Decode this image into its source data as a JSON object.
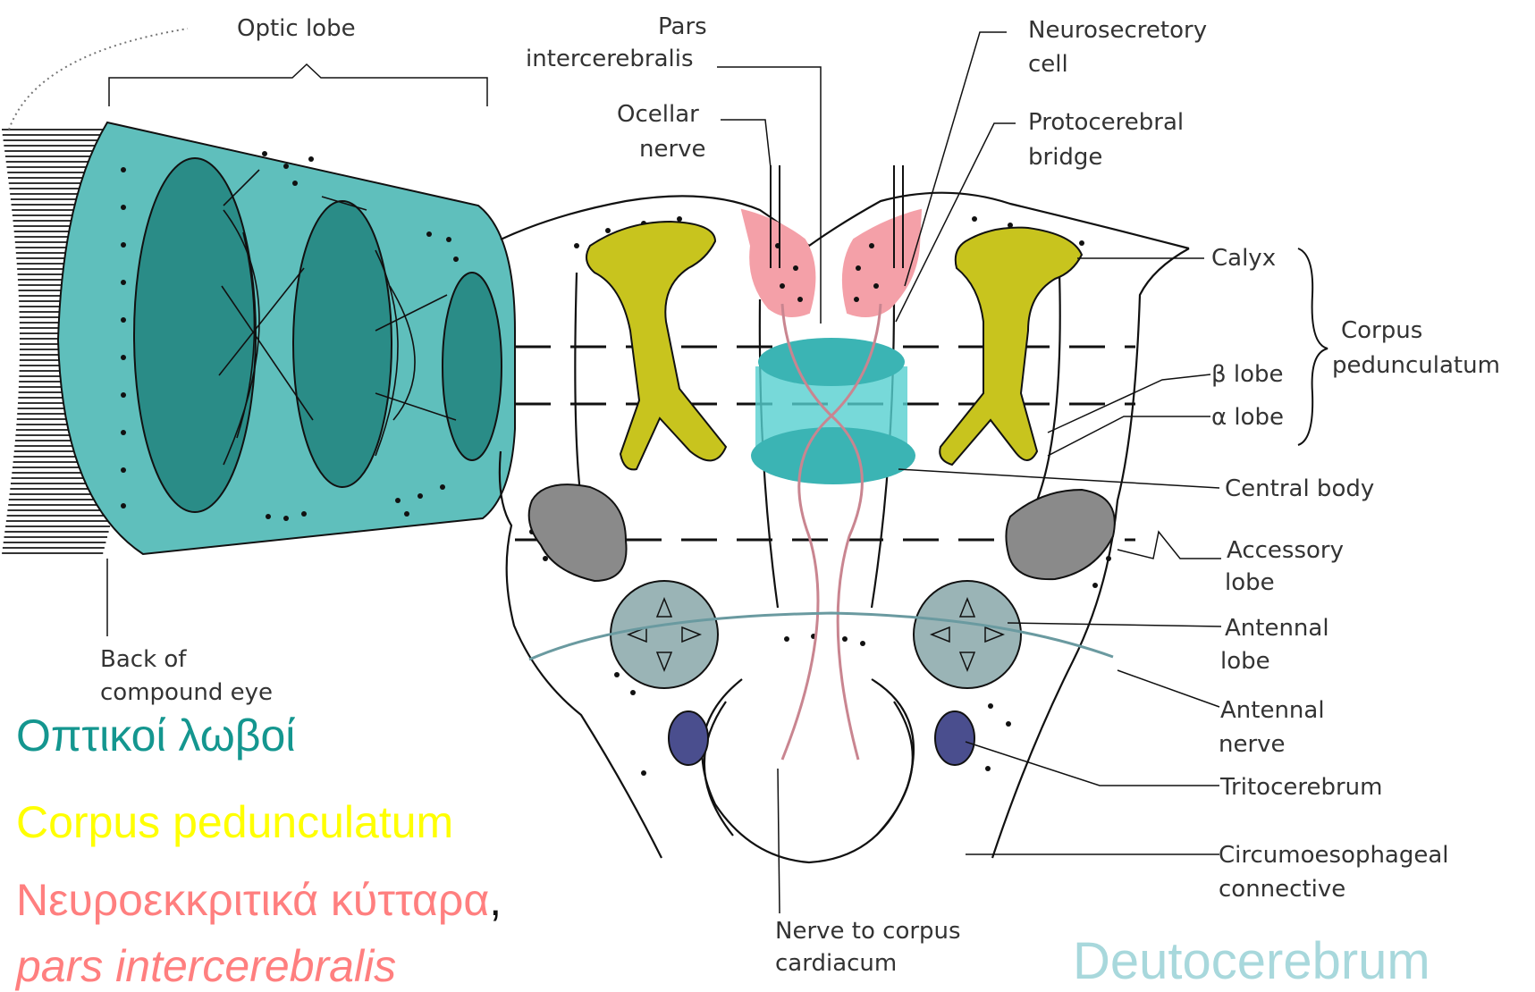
{
  "labels": {
    "optic_lobe": "Optic lobe",
    "pars_line1": "Pars",
    "pars_line2": "intercerebralis",
    "neuro_line1": "Neurosecretory",
    "neuro_line2": "cell",
    "ocellar_line1": "Ocellar",
    "ocellar_line2": "nerve",
    "proto_line1": "Protocerebral",
    "proto_line2": "bridge",
    "calyx": "Calyx",
    "corpus_line1": "Corpus",
    "corpus_line2": "pedunculatum",
    "beta_lobe": "β lobe",
    "alpha_lobe": "α lobe",
    "central_body": "Central body",
    "accessory_line1": "Accessory",
    "accessory_line2": "lobe",
    "antennal_lobe_line1": "Antennal",
    "antennal_lobe_line2": "lobe",
    "antennal_nerve_line1": "Antennal",
    "antennal_nerve_line2": "nerve",
    "tritocerebrum": "Tritocerebrum",
    "circum_line1": "Circumoesophageal",
    "circum_line2": "connective",
    "back_line1": "Back of",
    "back_line2": "compound eye",
    "nerve_cc_line1": "Nerve to corpus",
    "nerve_cc_line2": "cardiacum"
  },
  "legend": {
    "optic": "Οπτικοί λωβοί",
    "corpus": "Corpus pedunculatum",
    "neuro": "Νευροεκκριτικά κύτταρα",
    "comma": ",",
    "pars": "pars intercerebralis",
    "deuto": "Deutocerebrum"
  },
  "colors": {
    "optic": "#14968f",
    "corpus": "#ffff00",
    "neuro": "#ff7f7f",
    "deuto": "#a8d8dc",
    "optic_fill": "#5fbfbc",
    "optic_dark": "#2a8c87",
    "mushroom": "#c8c41e",
    "neuro_fill": "#f4a0a8",
    "central": "#55cfd0",
    "accessory": "#8a8a8a",
    "antennal": "#9ab4b6",
    "trito": "#4a4e8e",
    "line": "#111111"
  }
}
